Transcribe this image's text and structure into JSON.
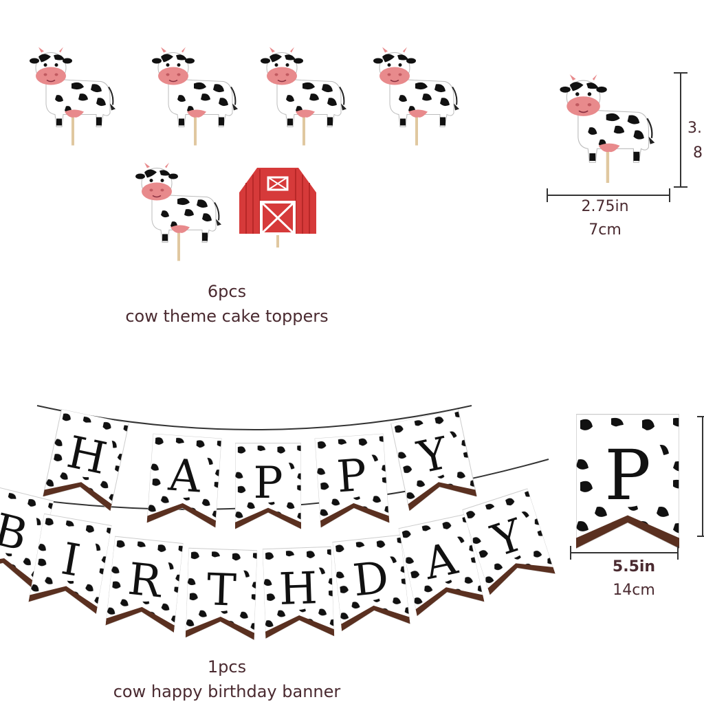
{
  "toppers": {
    "count": "6",
    "count_unit": "pcs",
    "description": "cow theme cake toppers",
    "size_width_in": "2.75in",
    "size_width_cm": "7cm",
    "size_height_in_partial": "3.",
    "size_height_cm_partial": "8"
  },
  "banner": {
    "count": "1pcs",
    "description": "cow happy birthday banner",
    "row1_letters": [
      "H",
      "A",
      "P",
      "P",
      "Y"
    ],
    "row2_letters": [
      "B",
      "I",
      "R",
      "T",
      "H",
      "D",
      "A",
      "Y"
    ],
    "sample_letter": "P",
    "size_width_in": "5.5in",
    "size_width_cm": "14cm"
  },
  "colors": {
    "cow_pink": "#e88a8c",
    "barn_red": "#d63a3a",
    "text_brown": "#4a2a30",
    "banner_edge": "#5a3020"
  }
}
